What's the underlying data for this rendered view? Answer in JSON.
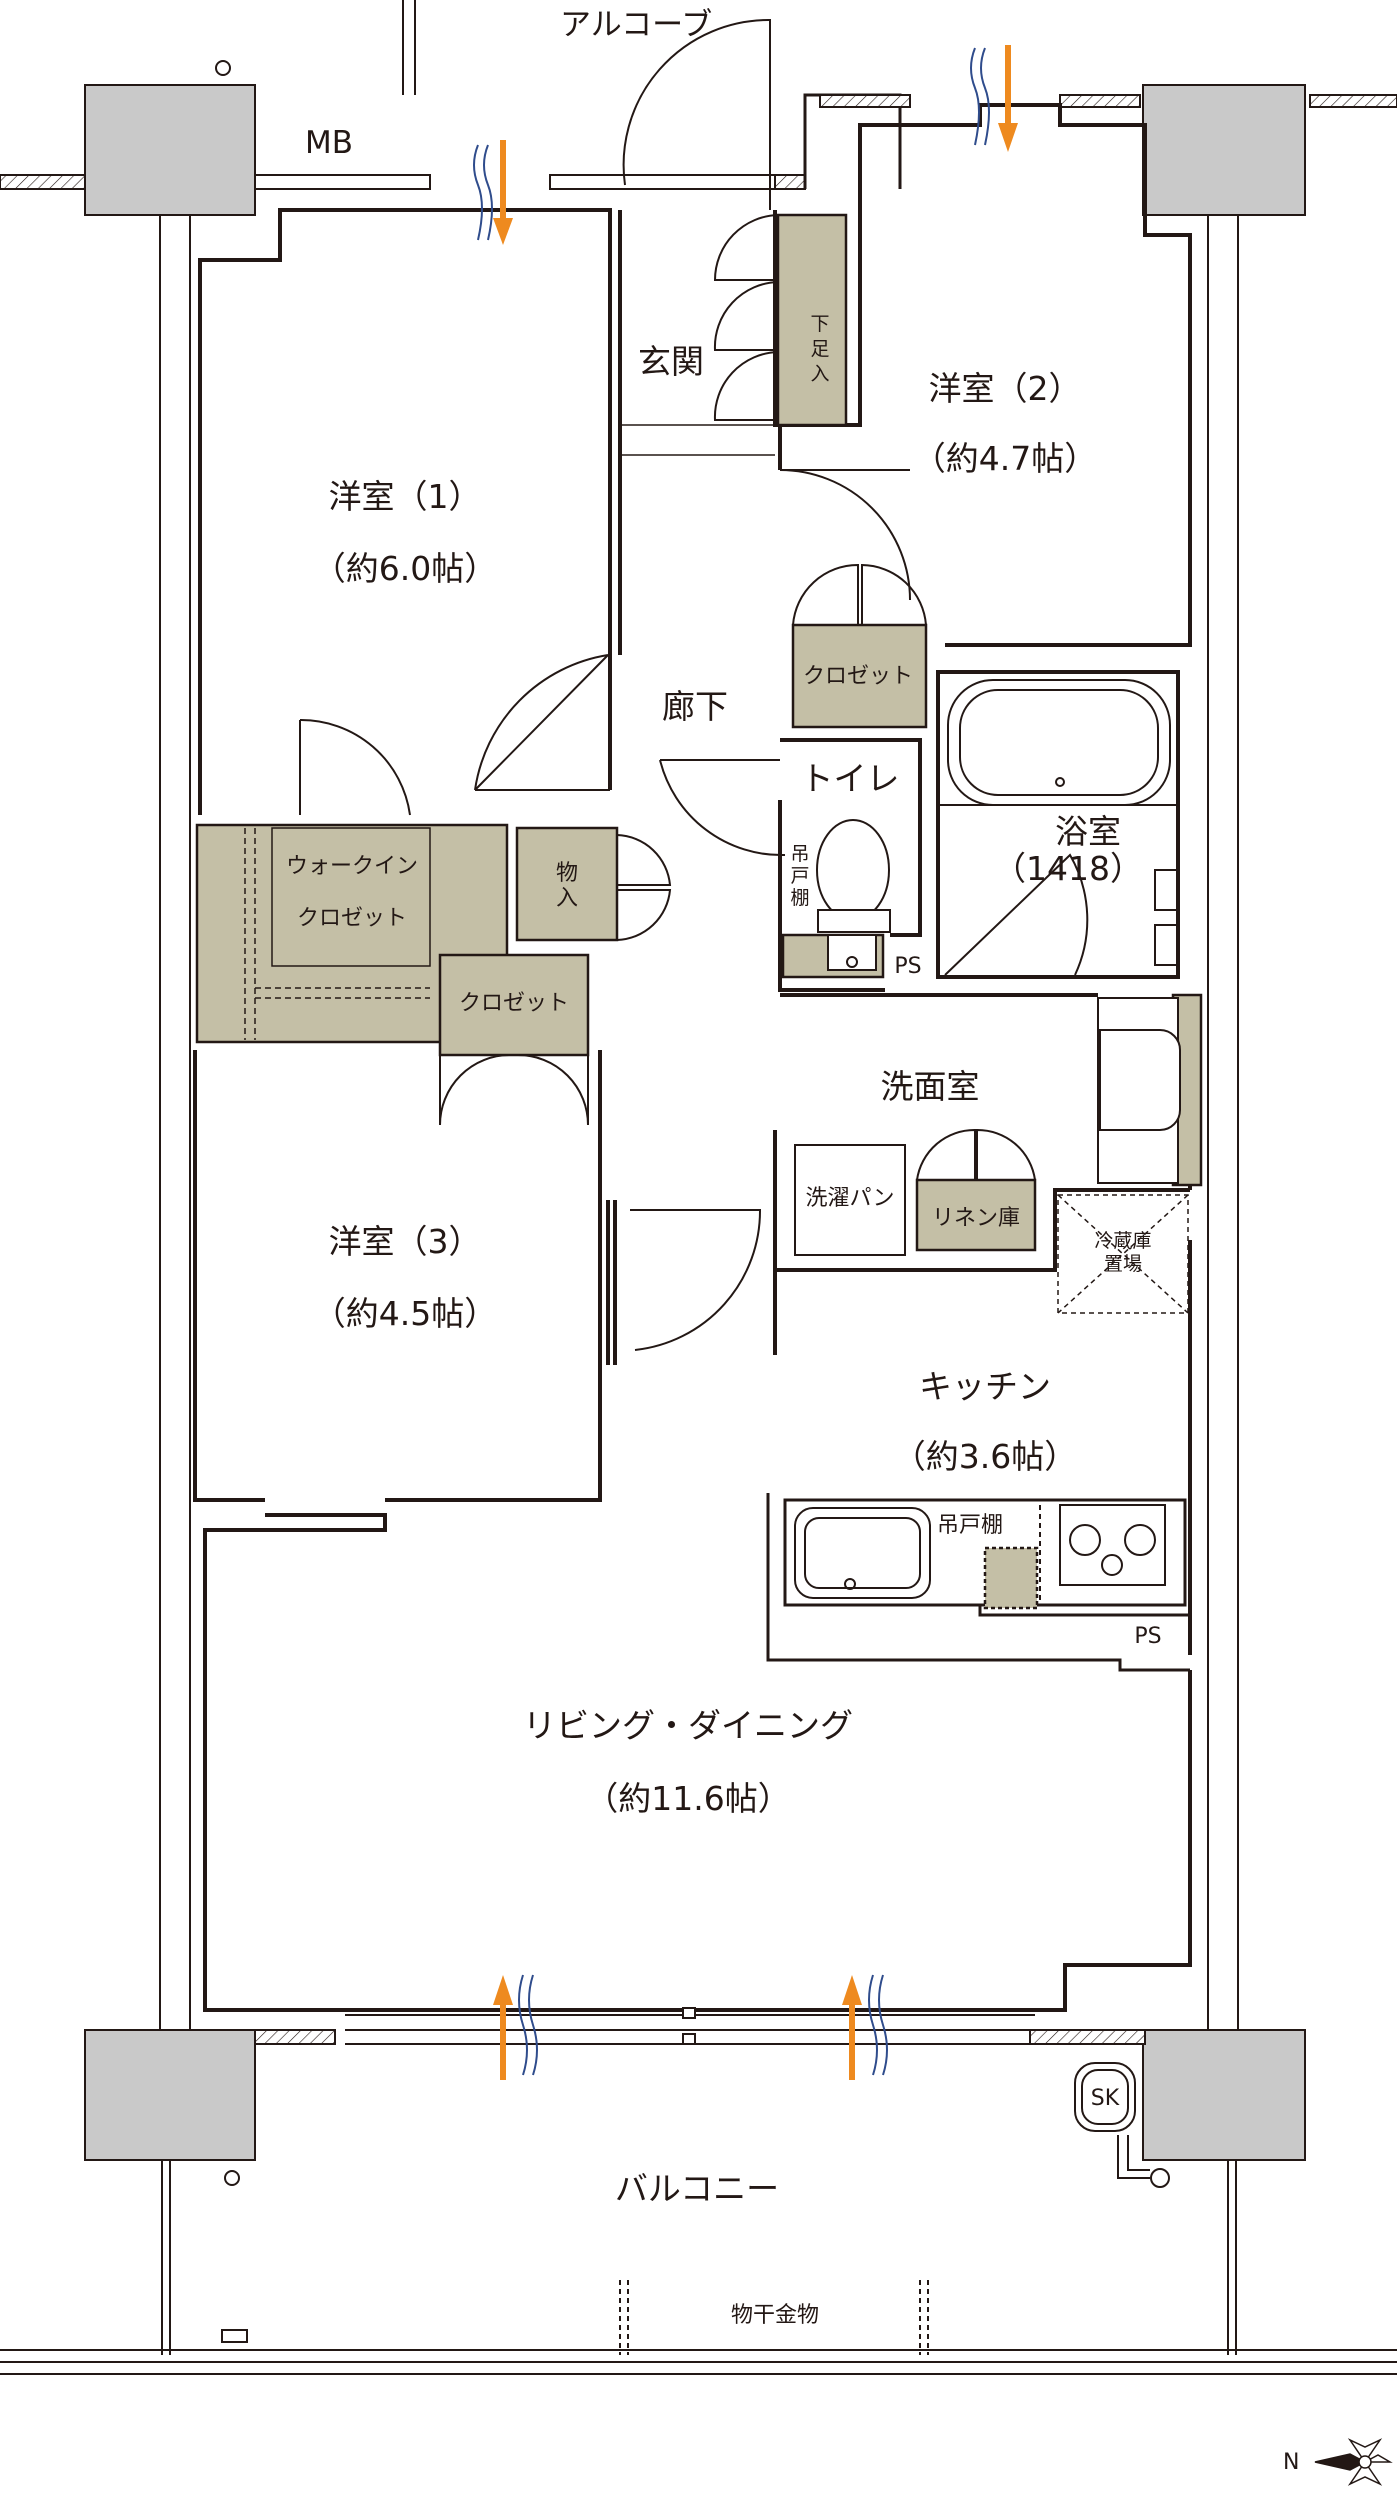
{
  "labels": {
    "alcove": "アルコーブ",
    "mb": "MB",
    "genkan": "玄関",
    "getabako": "下足入",
    "room1_name": "洋室（1）",
    "room1_size": "（約6.0帖）",
    "room2_name": "洋室（2）",
    "room2_size": "（約4.7帖）",
    "room3_name": "洋室（3）",
    "room3_size": "（約4.5帖）",
    "corridor": "廊下",
    "closet": "クロゼット",
    "toilet": "トイレ",
    "toilet_shelf": "吊戸棚",
    "bath_name": "浴室",
    "bath_size": "（1418）",
    "ps": "PS",
    "walkin_line1": "ウォークイン",
    "walkin_line2": "クロゼット",
    "storage": "物入",
    "washroom": "洗面室",
    "washer_pan": "洗濯パン",
    "linen": "リネン庫",
    "fridge_line1": "冷蔵庫",
    "fridge_line2": "置場",
    "kitchen_name": "キッチン",
    "kitchen_size": "（約3.6帖）",
    "kitchen_shelf": "吊戸棚",
    "living_name": "リビング・ダイニング",
    "living_size": "（約11.6帖）",
    "sk": "SK",
    "balcony": "バルコニー",
    "laundry_hardware": "物干金物",
    "north": "N"
  },
  "colors": {
    "wall": "#ffffff",
    "wall_stroke": "#231815",
    "column": "#c9c9c9",
    "storage_fill": "#c4bfa6",
    "airflow_arrow": "#ee8a1f",
    "airflow_wave": "#2f4c8c"
  }
}
